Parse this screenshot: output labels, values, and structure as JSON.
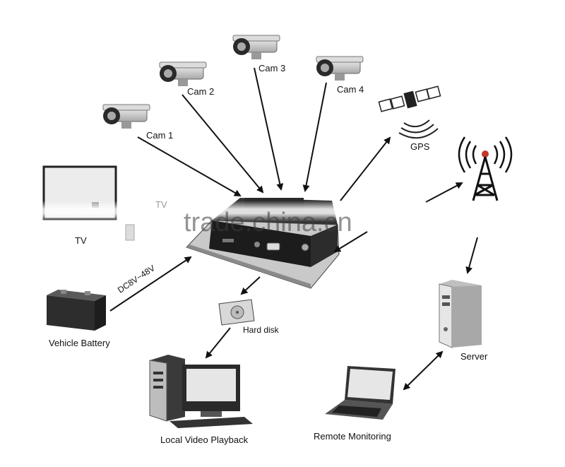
{
  "labels": {
    "cam1": "Cam 1",
    "cam2": "Cam 2",
    "cam3": "Cam 3",
    "cam4": "Cam 4",
    "gps": "GPS",
    "tv": "TV",
    "tv_partial": "TV",
    "power": "DC8V~48V",
    "battery": "Vehicle Battery",
    "hard_disk": "Hard disk",
    "playback": "Local Video Playback",
    "server": "Server",
    "remote": "Remote Monitoring"
  },
  "watermark": "trade.china.cn",
  "colors": {
    "line": "#111111",
    "device_dark": "#1c1c1c",
    "metal": "#c8c8c8",
    "screen": "#e6e6e6"
  }
}
